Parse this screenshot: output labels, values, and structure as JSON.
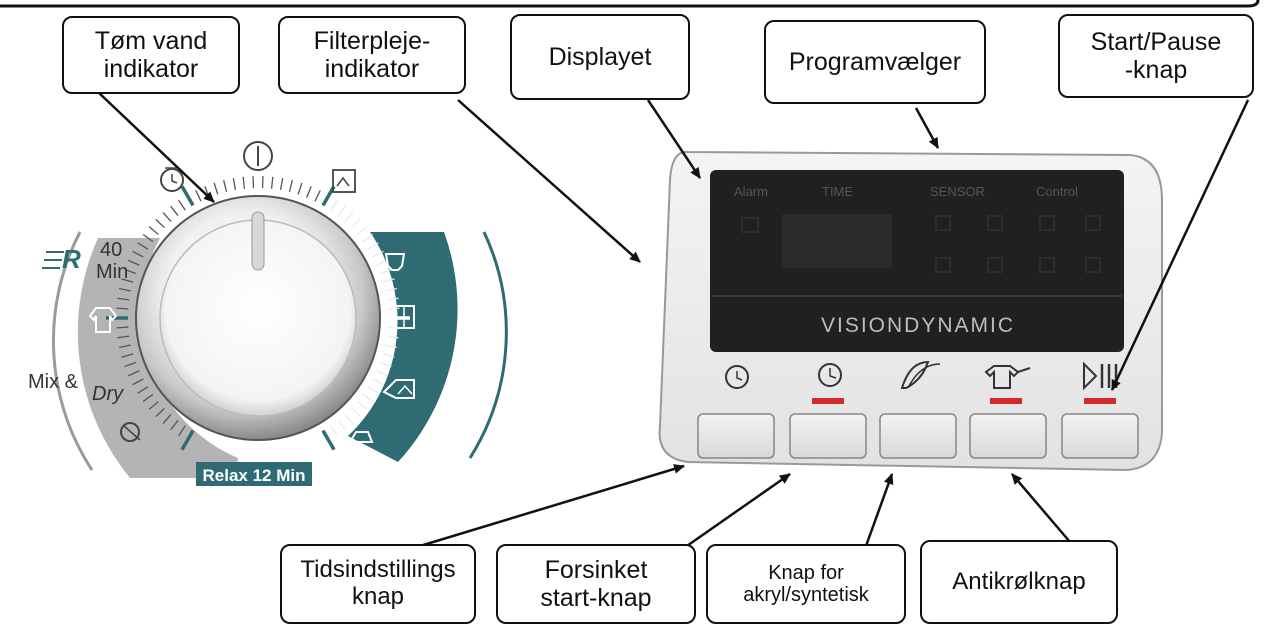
{
  "callouts": {
    "tom_vand": {
      "line1": "Tøm vand",
      "line2": "indikator"
    },
    "filterpleje": {
      "line1": "Filterpleje-",
      "line2": "indikator"
    },
    "displayet": {
      "text": "Displayet"
    },
    "programvaelger": {
      "text": "Programvælger"
    },
    "start_pause": {
      "line1": "Start/Pause",
      "line2": "-knap"
    },
    "tidsindstillings": {
      "line1": "Tidsindstillings",
      "line2": "knap"
    },
    "forsinket": {
      "line1": "Forsinket",
      "line2": "start-knap"
    },
    "akryl": {
      "line1": "Knap for",
      "line2": "akryl/syntetisk"
    },
    "antikrol": {
      "text": "Antikrølknap"
    }
  },
  "dial": {
    "label_40": "40",
    "label_min": "Min",
    "label_mix": "Mix &",
    "label_dry": "Dry",
    "label_relax": "Relax 12 Min",
    "label_r": "R"
  },
  "panel": {
    "alarm": "Alarm",
    "time": "TIME",
    "sensor": "SENSOR",
    "control": "Control",
    "brand": "VISIONDYNAMIC"
  },
  "colors": {
    "teal": "#2e6b73",
    "grey_band": "#b4b4b4",
    "indicator_red": "#d42a2a",
    "display_dark": "#202020"
  }
}
